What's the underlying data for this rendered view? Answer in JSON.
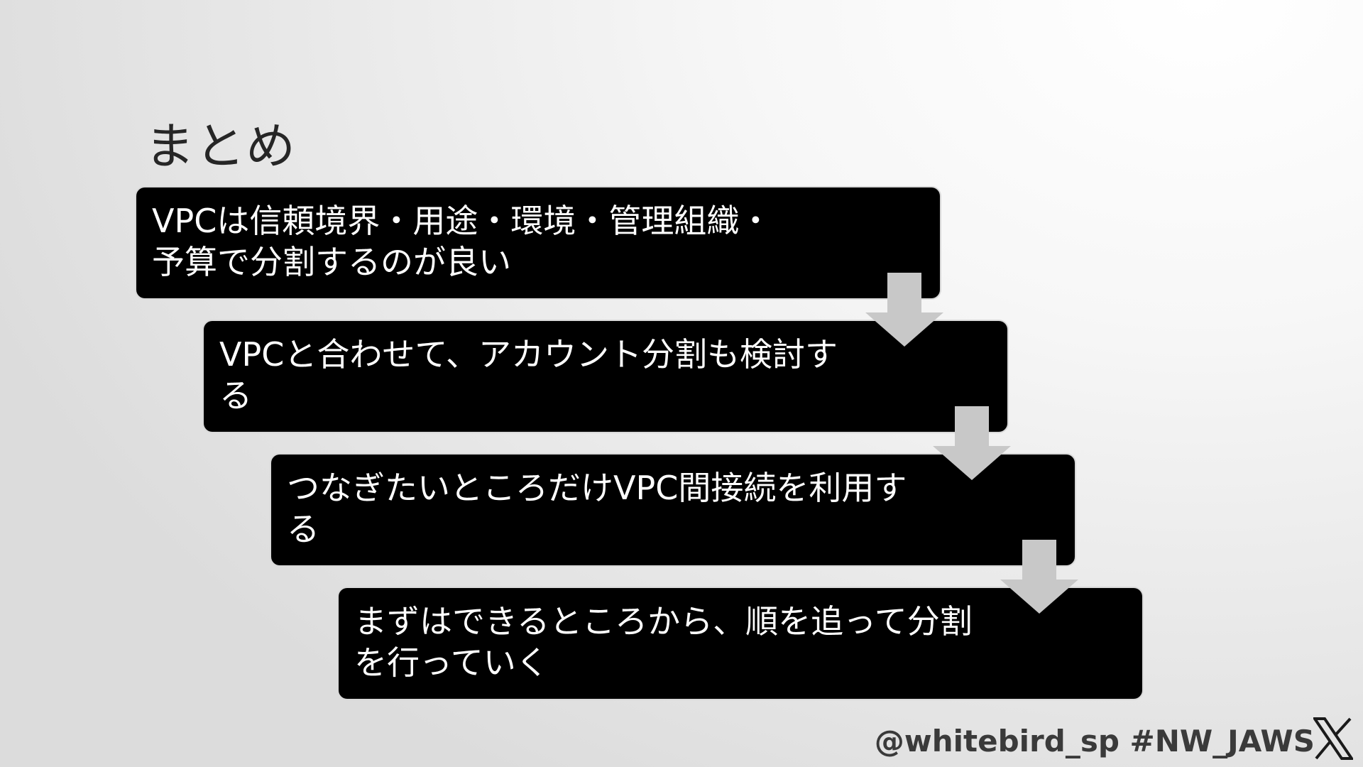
{
  "slide": {
    "title": "まとめ",
    "steps": [
      {
        "text": "VPCは信頼境界・用途・環境・管理組織・予算で分割するのが良い"
      },
      {
        "text": "VPCと合わせて、アカウント分割も検討する"
      },
      {
        "text": "つなぎたいところだけVPC間接続を利用する"
      },
      {
        "text": "まずはできるところから、順を追って分割を行っていく"
      }
    ],
    "footer": "@whitebird_sp #NW_JAWS",
    "logo_icon": "x-logo-icon",
    "colors": {
      "box": "#000000",
      "box_text": "#ffffff",
      "arrow": "#c8c8c8",
      "title": "#262626",
      "footer": "#3a3a3a"
    }
  }
}
